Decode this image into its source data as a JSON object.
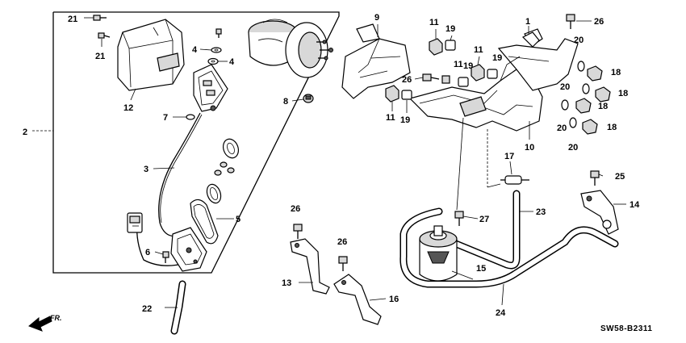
{
  "diagram": {
    "code": "SW58-B2311",
    "direction_label": "FR.",
    "part_labels": [
      {
        "id": "l1",
        "text": "1"
      },
      {
        "id": "l2",
        "text": "2"
      },
      {
        "id": "l3",
        "text": "3"
      },
      {
        "id": "l4a",
        "text": "4"
      },
      {
        "id": "l4b",
        "text": "4"
      },
      {
        "id": "l5",
        "text": "5"
      },
      {
        "id": "l6",
        "text": "6"
      },
      {
        "id": "l7",
        "text": "7"
      },
      {
        "id": "l8",
        "text": "8"
      },
      {
        "id": "l9",
        "text": "9"
      },
      {
        "id": "l10",
        "text": "10"
      },
      {
        "id": "l11a",
        "text": "11"
      },
      {
        "id": "l11b",
        "text": "11"
      },
      {
        "id": "l11c",
        "text": "11"
      },
      {
        "id": "l11d",
        "text": "11"
      },
      {
        "id": "l12",
        "text": "12"
      },
      {
        "id": "l13",
        "text": "13"
      },
      {
        "id": "l14",
        "text": "14"
      },
      {
        "id": "l15",
        "text": "15"
      },
      {
        "id": "l16",
        "text": "16"
      },
      {
        "id": "l17",
        "text": "17"
      },
      {
        "id": "l18a",
        "text": "18"
      },
      {
        "id": "l18b",
        "text": "18"
      },
      {
        "id": "l18c",
        "text": "18"
      },
      {
        "id": "l18d",
        "text": "18"
      },
      {
        "id": "l19a",
        "text": "19"
      },
      {
        "id": "l19b",
        "text": "19"
      },
      {
        "id": "l19c",
        "text": "19"
      },
      {
        "id": "l19d",
        "text": "19"
      },
      {
        "id": "l20a",
        "text": "20"
      },
      {
        "id": "l20b",
        "text": "20"
      },
      {
        "id": "l20c",
        "text": "20"
      },
      {
        "id": "l20d",
        "text": "20"
      },
      {
        "id": "l21a",
        "text": "21"
      },
      {
        "id": "l21b",
        "text": "21"
      },
      {
        "id": "l22",
        "text": "22"
      },
      {
        "id": "l23",
        "text": "23"
      },
      {
        "id": "l24",
        "text": "24"
      },
      {
        "id": "l25",
        "text": "25"
      },
      {
        "id": "l26a",
        "text": "26"
      },
      {
        "id": "l26b",
        "text": "26"
      },
      {
        "id": "l26c",
        "text": "26"
      },
      {
        "id": "l26d",
        "text": "26"
      },
      {
        "id": "l27",
        "text": "27"
      }
    ]
  }
}
